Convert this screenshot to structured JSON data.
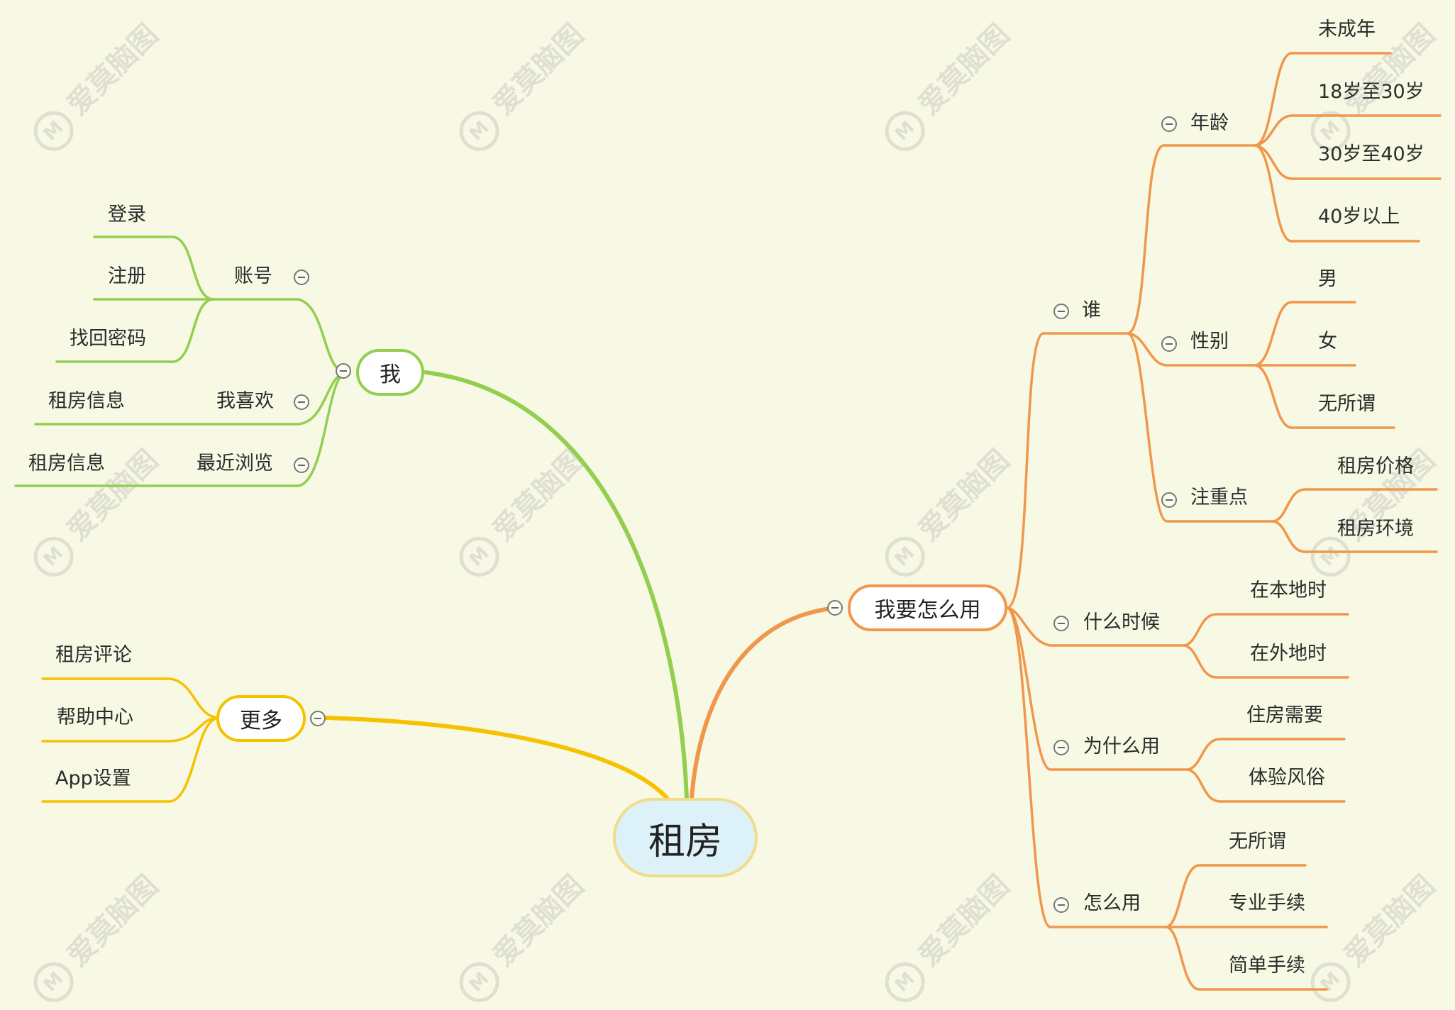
{
  "root": {
    "label": "租房"
  },
  "watermark": {
    "text": "爱莫脑图",
    "logo": "M"
  },
  "colors": {
    "background": "#f8f9e4",
    "me": "#92cf50",
    "more": "#f6c100",
    "use": "#f0974c",
    "root_fill": "#ddf1f9"
  },
  "me": {
    "label": "我",
    "account": {
      "label": "账号",
      "children": [
        "登录",
        "注册",
        "找回密码"
      ]
    },
    "like": {
      "label": "我喜欢",
      "children": [
        "租房信息"
      ]
    },
    "recent": {
      "label": "最近浏览",
      "children": [
        "租房信息"
      ]
    }
  },
  "more": {
    "label": "更多",
    "children": [
      "租房评论",
      "帮助中心",
      "App设置"
    ]
  },
  "use": {
    "label": "我要怎么用",
    "who": {
      "label": "谁",
      "age": {
        "label": "年龄",
        "children": [
          "未成年",
          "18岁至30岁",
          "30岁至40岁",
          "40岁以上"
        ]
      },
      "gender": {
        "label": "性别",
        "children": [
          "男",
          "女",
          "无所谓"
        ]
      },
      "focus": {
        "label": "注重点",
        "children": [
          "租房价格",
          "租房环境"
        ]
      }
    },
    "when": {
      "label": "什么时候",
      "children": [
        "在本地时",
        "在外地时"
      ]
    },
    "why": {
      "label": "为什么用",
      "children": [
        "住房需要",
        "体验风俗"
      ]
    },
    "how": {
      "label": "怎么用",
      "children": [
        "无所谓",
        "专业手续",
        "简单手续"
      ]
    }
  }
}
